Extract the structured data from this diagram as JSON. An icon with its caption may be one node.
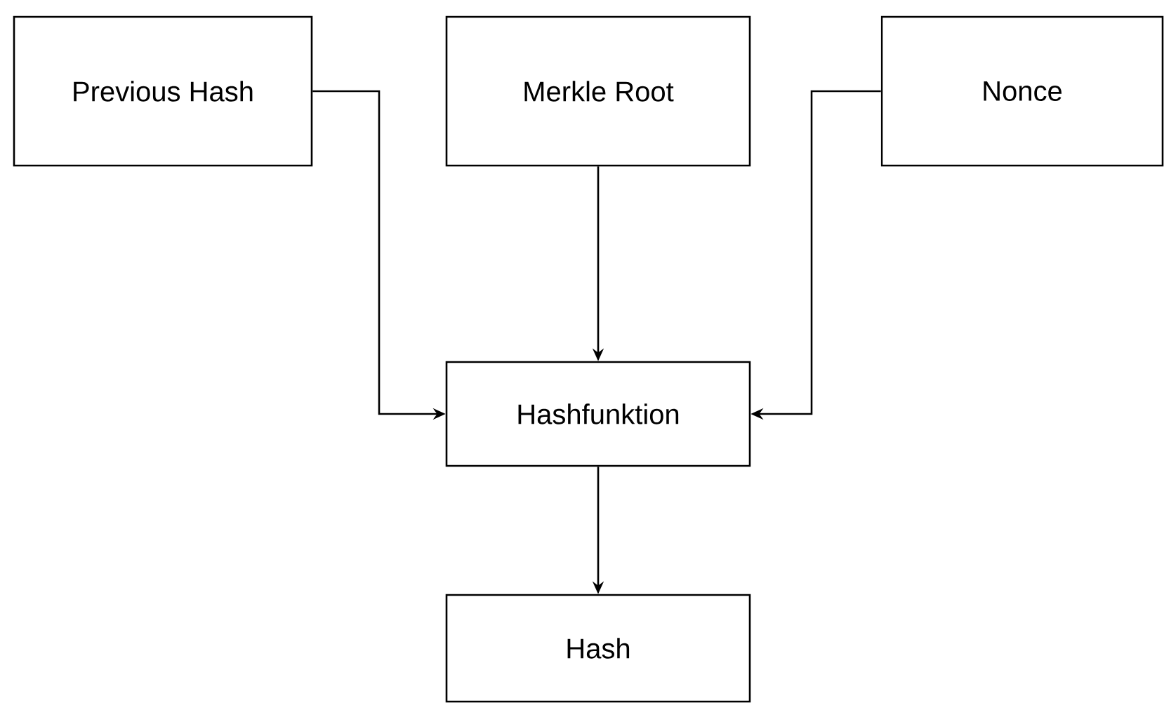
{
  "diagram": {
    "nodes": [
      {
        "text": [
          "Previous Hash"
        ]
      },
      {
        "text": [
          "Merkle Root"
        ]
      },
      {
        "text": [
          "Nonce"
        ]
      },
      {
        "text": [
          "Hashfunktion"
        ]
      },
      {
        "text": [
          "Hash"
        ]
      }
    ],
    "edges": [
      {
        "from": 0,
        "to": 3,
        "arrow": "to"
      },
      {
        "from": 1,
        "to": 3,
        "arrow": "to"
      },
      {
        "from": 2,
        "to": 3,
        "arrow": "to"
      },
      {
        "from": 3,
        "to": 4,
        "arrow": "to"
      }
    ]
  }
}
